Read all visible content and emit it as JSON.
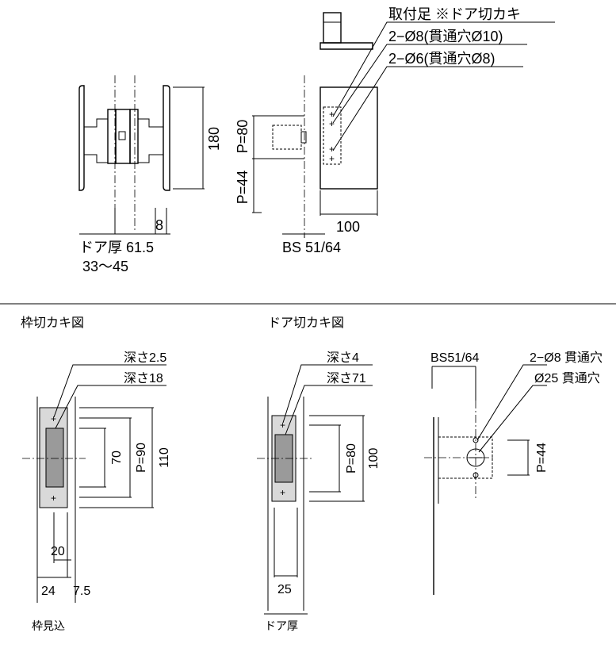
{
  "top": {
    "notes": {
      "mount_foot": "取付足 ※ドア切カキ",
      "hole_large": "2−Ø8(貫通穴Ø10)",
      "hole_small": "2−Ø6(貫通穴Ø8)"
    },
    "dims": {
      "height_180": "180",
      "gap_8": "8",
      "door_thick_label": "ドア厚 61.5",
      "door_thick_range": "33〜45",
      "pitch_80": "P=80",
      "pitch_44": "P=44",
      "width_100": "100",
      "backset": "BS 51/64"
    }
  },
  "frame_cut": {
    "title": "枠切カキ図",
    "depth_small": "深さ2.5",
    "depth_large": "深さ18",
    "dim_70": "70",
    "dim_p90": "P=90",
    "dim_110": "110",
    "dim_20": "20",
    "dim_24": "24",
    "dim_7_5": "7.5",
    "bottom_label": "枠見込"
  },
  "door_cut": {
    "title": "ドア切カキ図",
    "depth_small": "深さ4",
    "depth_large": "深さ71",
    "dim_p80": "P=80",
    "dim_100": "100",
    "dim_25": "25",
    "bottom_label": "ドア厚"
  },
  "hole_view": {
    "backset": "BS51/64",
    "hole_small": "2−Ø8 貫通穴",
    "hole_large": "Ø25 貫通穴",
    "dim_p44": "P=44"
  }
}
